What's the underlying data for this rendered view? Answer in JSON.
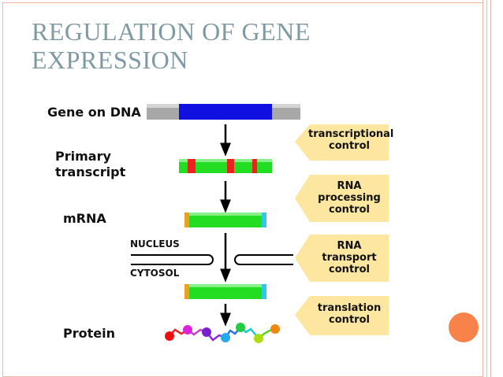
{
  "slide": {
    "title_lines": [
      "REGULATION OF GENE",
      "EXPRESSION"
    ]
  },
  "diagram": {
    "stages": {
      "gene": "Gene on DNA",
      "primary_line1": "Primary",
      "primary_line2": "transcript",
      "mrna": "mRNA",
      "protein": "Protein"
    },
    "compartments": {
      "nucleus": "NUCLEUS",
      "cytosol": "CYTOSOL"
    },
    "controls": [
      "transcriptional\ncontrol",
      "RNA\nprocessing\ncontrol",
      "RNA\ntransport\ncontrol",
      "translation\ncontrol"
    ]
  },
  "colors": {
    "title": "#7f9aa2",
    "frame": "#f2b8a6",
    "accent_circle": "#f7834a",
    "dna_blue": "#1010e0",
    "dna_gray": "#a8a8a8",
    "transcript_green": "#22dd22",
    "intron_red": "#ee2020",
    "cap_orange": "#f0a020",
    "tail_cyan": "#30c8e8",
    "control_box": "#fde6a0"
  }
}
